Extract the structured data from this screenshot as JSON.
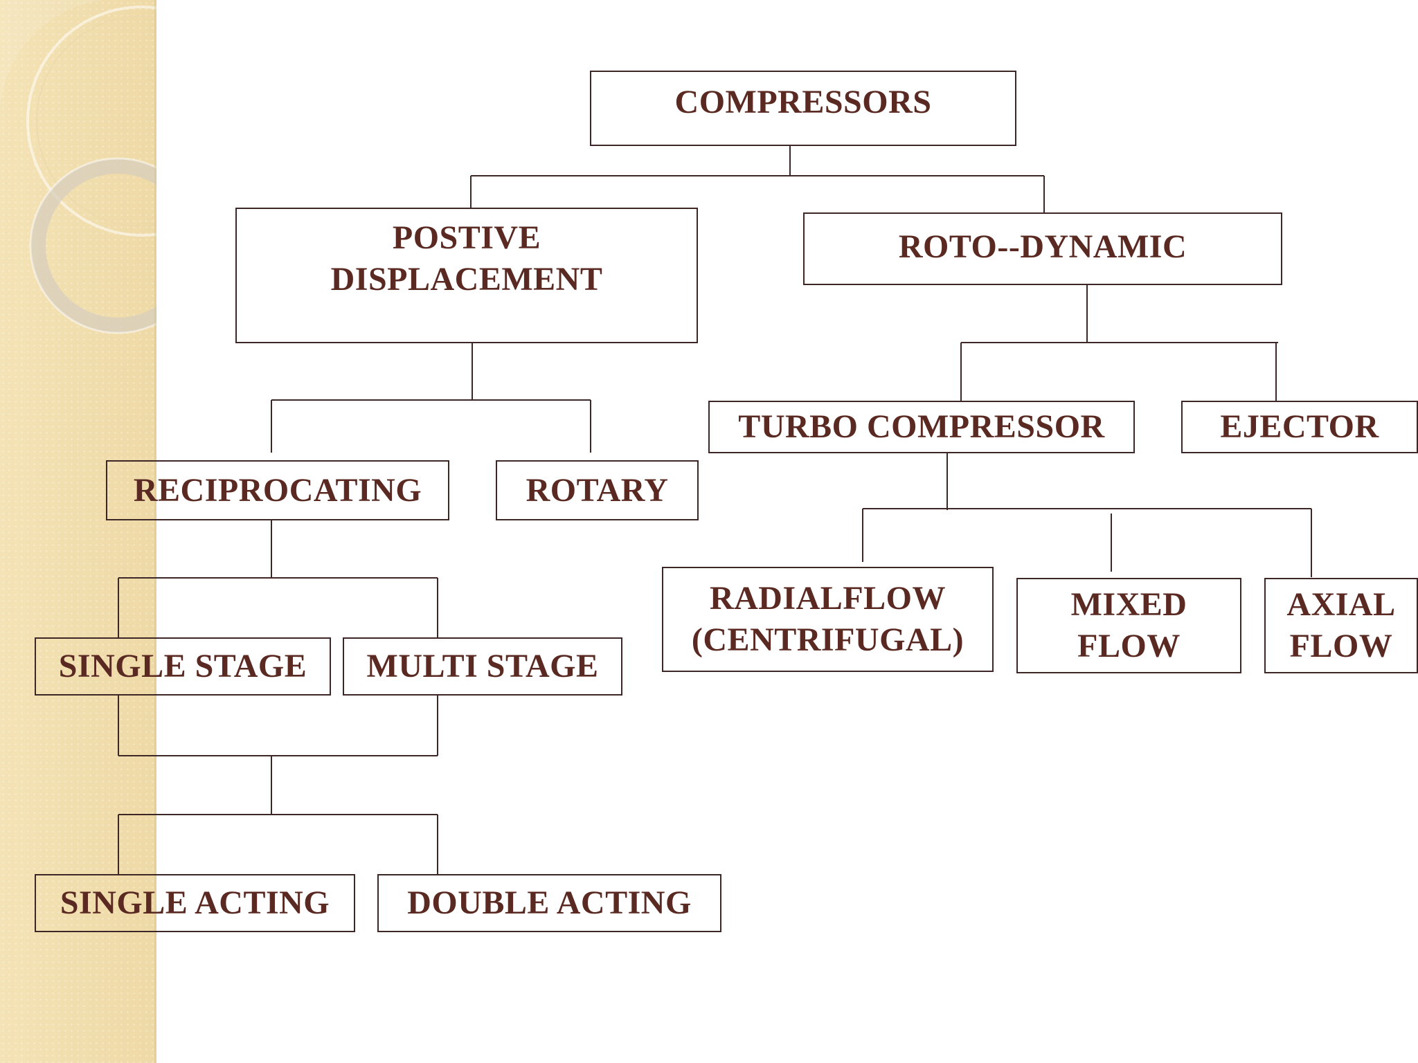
{
  "colors": {
    "text": "#5a2a22",
    "border": "#3d2626",
    "band": "#f1dfb0",
    "background": "#ffffff"
  },
  "nodes": {
    "compressors": "COMPRESSORS",
    "positive_displacement": "POSTIVE\nDISPLACEMENT",
    "roto_dynamic": "ROTO--DYNAMIC",
    "reciprocating": "RECIPROCATING",
    "rotary": "ROTARY",
    "turbo_compressor": "TURBO COMPRESSOR",
    "ejector": "EJECTOR",
    "single_stage": "SINGLE STAGE",
    "multi_stage": "MULTI STAGE",
    "radial_flow": "RADIALFLOW\n(CENTRIFUGAL)",
    "mixed_flow": "MIXED\nFLOW",
    "axial_flow": "AXIAL\nFLOW",
    "single_acting": "SINGLE ACTING",
    "double_acting": "DOUBLE ACTING"
  }
}
